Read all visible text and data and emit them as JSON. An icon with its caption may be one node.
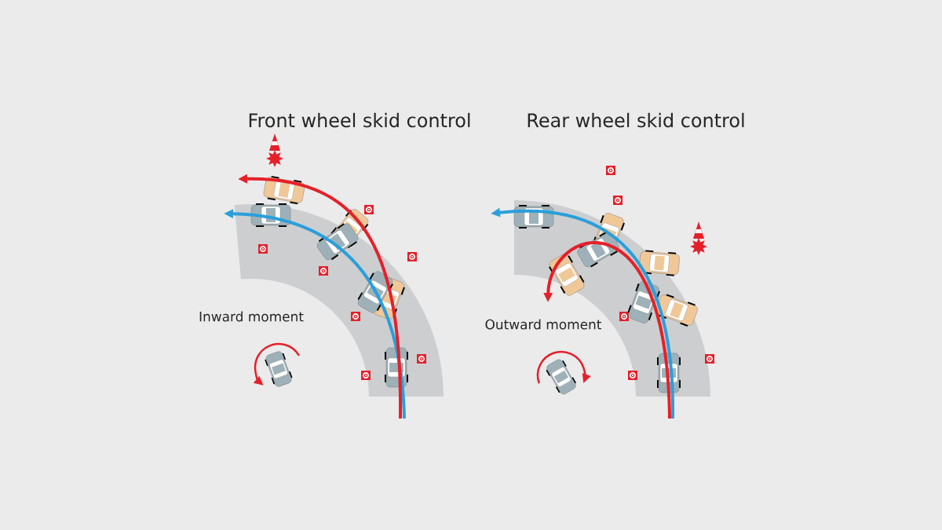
{
  "diagram": {
    "labels": [
      "Front wheel skid control",
      "Rear wheel skid control",
      "Inward moment",
      "Outward moment"
    ]
  }
}
